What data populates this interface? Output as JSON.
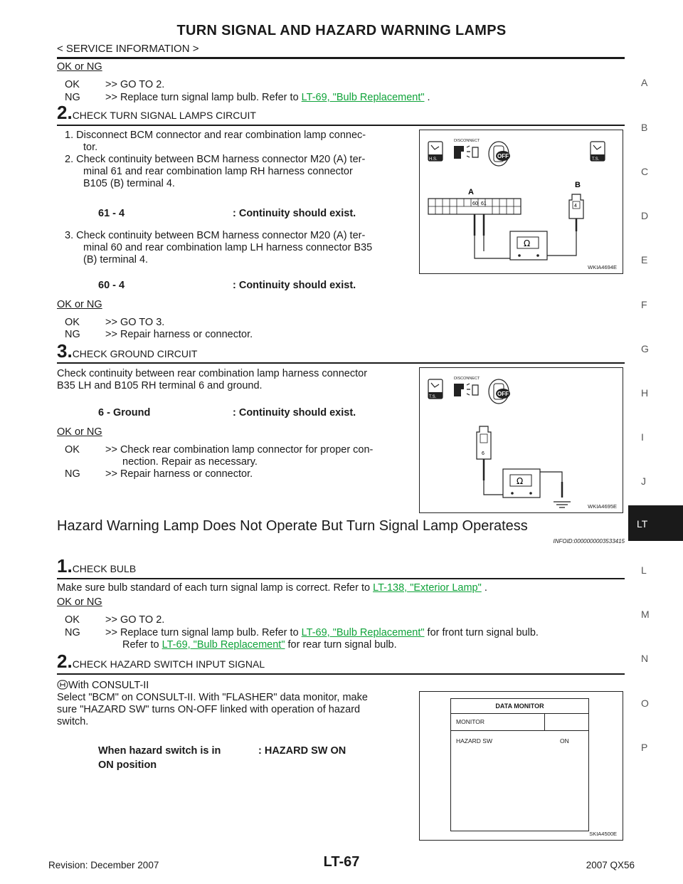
{
  "header": {
    "title": "TURN SIGNAL AND HAZARD WARNING LAMPS",
    "subtitle": "< SERVICE INFORMATION >"
  },
  "side_index": [
    "A",
    "B",
    "C",
    "D",
    "E",
    "F",
    "G",
    "H",
    "I",
    "J",
    "LT",
    "L",
    "M",
    "N",
    "O",
    "P"
  ],
  "block1": {
    "result_label": "OK or NG",
    "ok": "OK",
    "ok_text": ">> GO TO 2.",
    "ng": "NG",
    "ng_text": ">> Replace turn signal lamp bulb. Refer to",
    "ng_link": "LT-69, \"Bulb Replacement\"",
    "ng_tail": "."
  },
  "step2": {
    "num": "2.",
    "heading": "CHECK TURN SIGNAL LAMPS CIRCUIT",
    "item1_a": "1.  Disconnect BCM connector and rear combination lamp connec-",
    "item1_b": "tor.",
    "item2_a": "2.  Check continuity between BCM harness connector M20 (A) ter-",
    "item2_b": "minal 61 and rear combination lamp RH harness connector",
    "item2_c": "B105 (B) terminal 4.",
    "spec1_terms": "61 - 4",
    "spec1_value": ": Continuity should exist.",
    "item3_a": "3.  Check continuity between BCM harness connector M20 (A) ter-",
    "item3_b": "minal 60 and rear combination lamp LH harness connector B35",
    "item3_c": "(B) terminal 4.",
    "spec2_terms": "60 - 4",
    "spec2_value": ": Continuity should exist.",
    "result_label": "OK or NG",
    "ok": "OK",
    "ok_text": ">> GO TO 3.",
    "ng": "NG",
    "ng_text": ">> Repair harness or connector.",
    "figure": {
      "code": "WKIA4694E",
      "disconnect": "DISCONNECT",
      "hs": "H.S.",
      "ts": "T.S.",
      "off": "OFF",
      "label_a": "A",
      "label_b": "B",
      "pin60": "60",
      "pin61": "61",
      "pin4": "4",
      "ohm": "Ω"
    }
  },
  "step3": {
    "num": "3.",
    "heading": "CHECK GROUND CIRCUIT",
    "text_a": "Check continuity between rear combination lamp harness connector",
    "text_b": "B35 LH and B105 RH terminal 6 and ground.",
    "spec_terms": "6 - Ground",
    "spec_value": ": Continuity should exist.",
    "result_label": "OK or NG",
    "ok": "OK",
    "ok_text_a": ">> Check rear combination lamp connector for proper con-",
    "ok_text_b": "nection. Repair as necessary.",
    "ng": "NG",
    "ng_text": ">> Repair harness or connector.",
    "figure": {
      "code": "WKIA4695E",
      "disconnect": "DISCONNECT",
      "ts": "T.S.",
      "off": "OFF",
      "pin6": "6",
      "ohm": "Ω"
    }
  },
  "hazard": {
    "heading": "Hazard Warning Lamp Does Not Operate But Turn Signal Lamp Operatess",
    "infoid": "INFOID:0000000003533415"
  },
  "h_step1": {
    "num": "1.",
    "heading": "CHECK BULB",
    "text": "Make sure bulb standard of each turn signal lamp is correct. Refer to",
    "link": "LT-138, \"Exterior Lamp\"",
    "tail": ".",
    "result_label": "OK or NG",
    "ok": "OK",
    "ok_text": ">> GO TO 2.",
    "ng": "NG",
    "ng_text_a": ">> Replace turn signal lamp bulb. Refer to",
    "ng_link1": "LT-69, \"Bulb Replacement\"",
    "ng_text_b": "for front turn signal bulb.",
    "ng_text_c": "Refer to",
    "ng_link2": "LT-69, \"Bulb Replacement\"",
    "ng_text_d": "for rear turn signal bulb."
  },
  "h_step2": {
    "num": "2.",
    "heading": "CHECK HAZARD SWITCH INPUT SIGNAL",
    "consult": "With CONSULT-II",
    "text_a": "Select \"BCM\" on CONSULT-II. With \"FLASHER\" data monitor, make",
    "text_b": "sure \"HAZARD SW\" turns ON-OFF linked with operation of hazard",
    "text_c": "switch.",
    "cond_a": "When hazard switch is in",
    "cond_b": "ON position",
    "cond_value": ": HAZARD SW ON",
    "figure": {
      "code": "SKIA4500E",
      "title": "DATA MONITOR",
      "monitor": "MONITOR",
      "item": "HAZARD SW",
      "value": "ON"
    }
  },
  "footer": {
    "revision": "Revision: December 2007",
    "page": "LT-67",
    "model": "2007 QX56"
  }
}
